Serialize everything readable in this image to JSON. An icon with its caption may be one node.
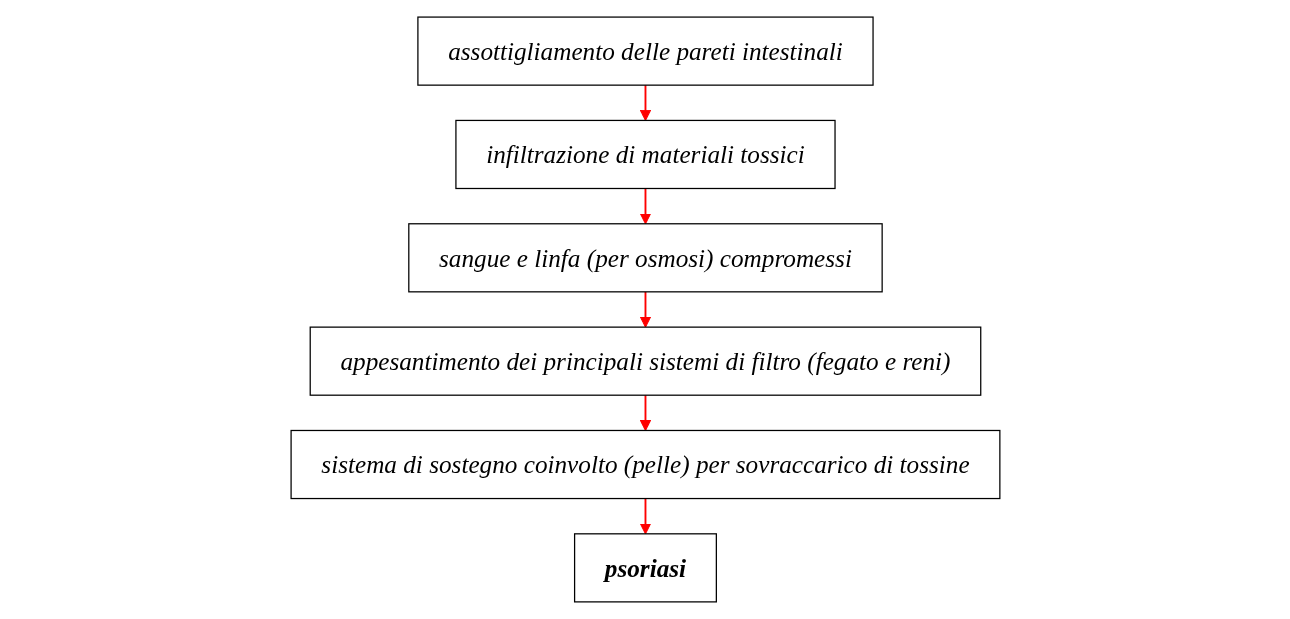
{
  "diagram": {
    "nodes": [
      {
        "text": [
          "assottigliamento delle pareti intestinali"
        ]
      },
      {
        "text": [
          "infiltrazione di materiali tossici"
        ]
      },
      {
        "text": [
          "sangue e linfa (per osmosi) compromessi"
        ]
      },
      {
        "text": [
          "appesantimento dei principali sistemi di filtro (fegato e reni)"
        ]
      },
      {
        "text": [
          "sistema di sostegno coinvolto (pelle) per sovraccarico di tossine"
        ]
      },
      {
        "text": [
          "psoriasi"
        ]
      }
    ],
    "edges": [
      {
        "from": 0,
        "to": 1,
        "arrow": "to"
      },
      {
        "from": 1,
        "to": 2,
        "arrow": "to"
      },
      {
        "from": 2,
        "to": 3,
        "arrow": "to"
      },
      {
        "from": 3,
        "to": 4,
        "arrow": "to"
      },
      {
        "from": 4,
        "to": 5,
        "arrow": "to"
      }
    ]
  }
}
